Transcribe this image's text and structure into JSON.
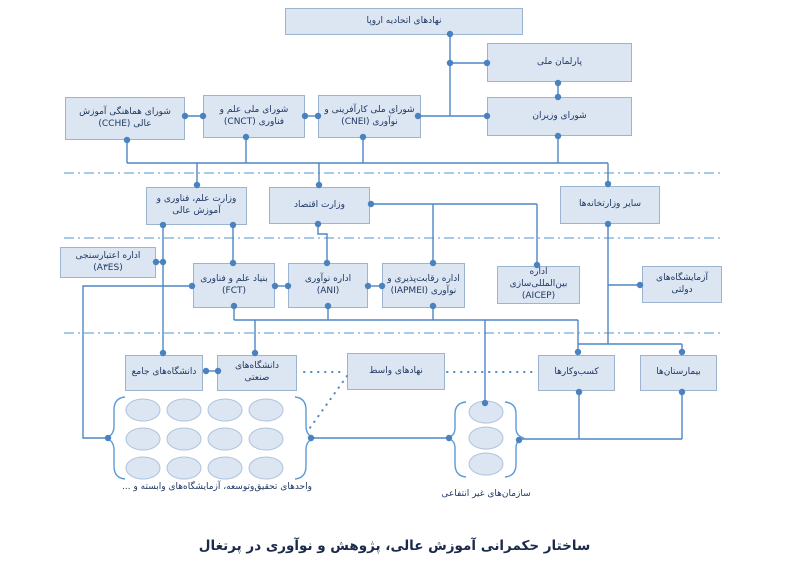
{
  "caption": "ساختار حکمرانی آموزش عالی، پژوهش و نوآوری در پرتغال",
  "nodes": {
    "eu": {
      "label": "نهادهای اتحادیه اروپا"
    },
    "parliament": {
      "label": "پارلمان ملی"
    },
    "council_ministers": {
      "label": "شورای وزیران"
    },
    "cche": {
      "label": "شورای هماهنگی آموزش عالی (CCHE)"
    },
    "cnct": {
      "label": "شورای ملی علم و فناوری (CNCT)"
    },
    "cnei": {
      "label": "شورای ملی کارآفرینی و نوآوری (CNEI)"
    },
    "mctes": {
      "label": "وزارت علم، فناوری و آموزش عالی"
    },
    "economy": {
      "label": "وزارت اقتصاد"
    },
    "other_ministries": {
      "label": "سایر وزارتخانه‌ها"
    },
    "a3es": {
      "label": "اداره اعتبارسنجی (A۳ES)"
    },
    "fct": {
      "label": "بنیاد علم و فناوری (FCT)"
    },
    "ani": {
      "label": "اداره نوآوری (ANI)"
    },
    "iapmei": {
      "label": "اداره رقابت‌پذیری و نوآوری (IAPMEI)"
    },
    "aicep": {
      "label": "اداره بین‌المللی‌سازی (AICEP)"
    },
    "gov_labs": {
      "label": "آزمایشگاه‌های دولتی"
    },
    "uni_comprehensive": {
      "label": "دانشگاه‌های جامع"
    },
    "uni_technical": {
      "label": "دانشگاه‌های صنعتی"
    },
    "intermediaries": {
      "label": "نهادهای واسط"
    },
    "businesses": {
      "label": "کسب‌وکارها"
    },
    "hospitals": {
      "label": "بیمارستان‌ها"
    }
  },
  "groups": {
    "rd_units": {
      "label": "واحدهای تحقیق‌وتوسعه، آزمایشگاه‌های وابسته و ..."
    },
    "nonprofits": {
      "label": "سازمان‌های غیر انتفاعی"
    }
  },
  "colors": {
    "box_fill": "#dce6f2",
    "box_border": "#9db4d0",
    "line": "#4f86c6",
    "dot": "#4a82c0",
    "separator": "#76a9dc",
    "text": "#1f3864"
  }
}
